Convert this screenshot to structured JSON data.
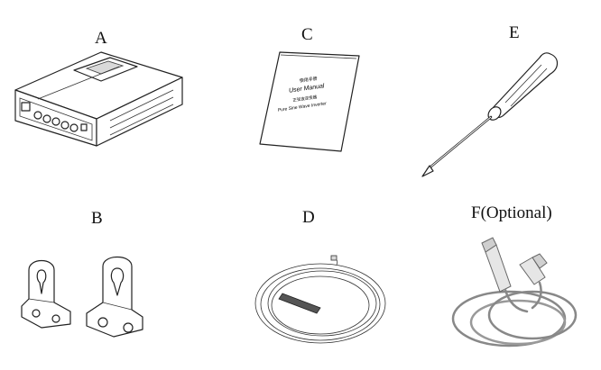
{
  "items": [
    {
      "label": "A",
      "name": "inverter unit"
    },
    {
      "label": "C",
      "name": "user manual"
    },
    {
      "label": "E",
      "name": "screwdriver"
    },
    {
      "label": "B",
      "name": "mounting brackets"
    },
    {
      "label": "D",
      "name": "temperature sensor cable"
    },
    {
      "label": "F(Optional)",
      "name": "usb communication cable"
    }
  ],
  "manual": {
    "cn_title": "使用手册",
    "en_title": "User Manual",
    "cn_subtitle": "正弦波逆变器",
    "product": "Pure Sine Wave Inverter"
  }
}
